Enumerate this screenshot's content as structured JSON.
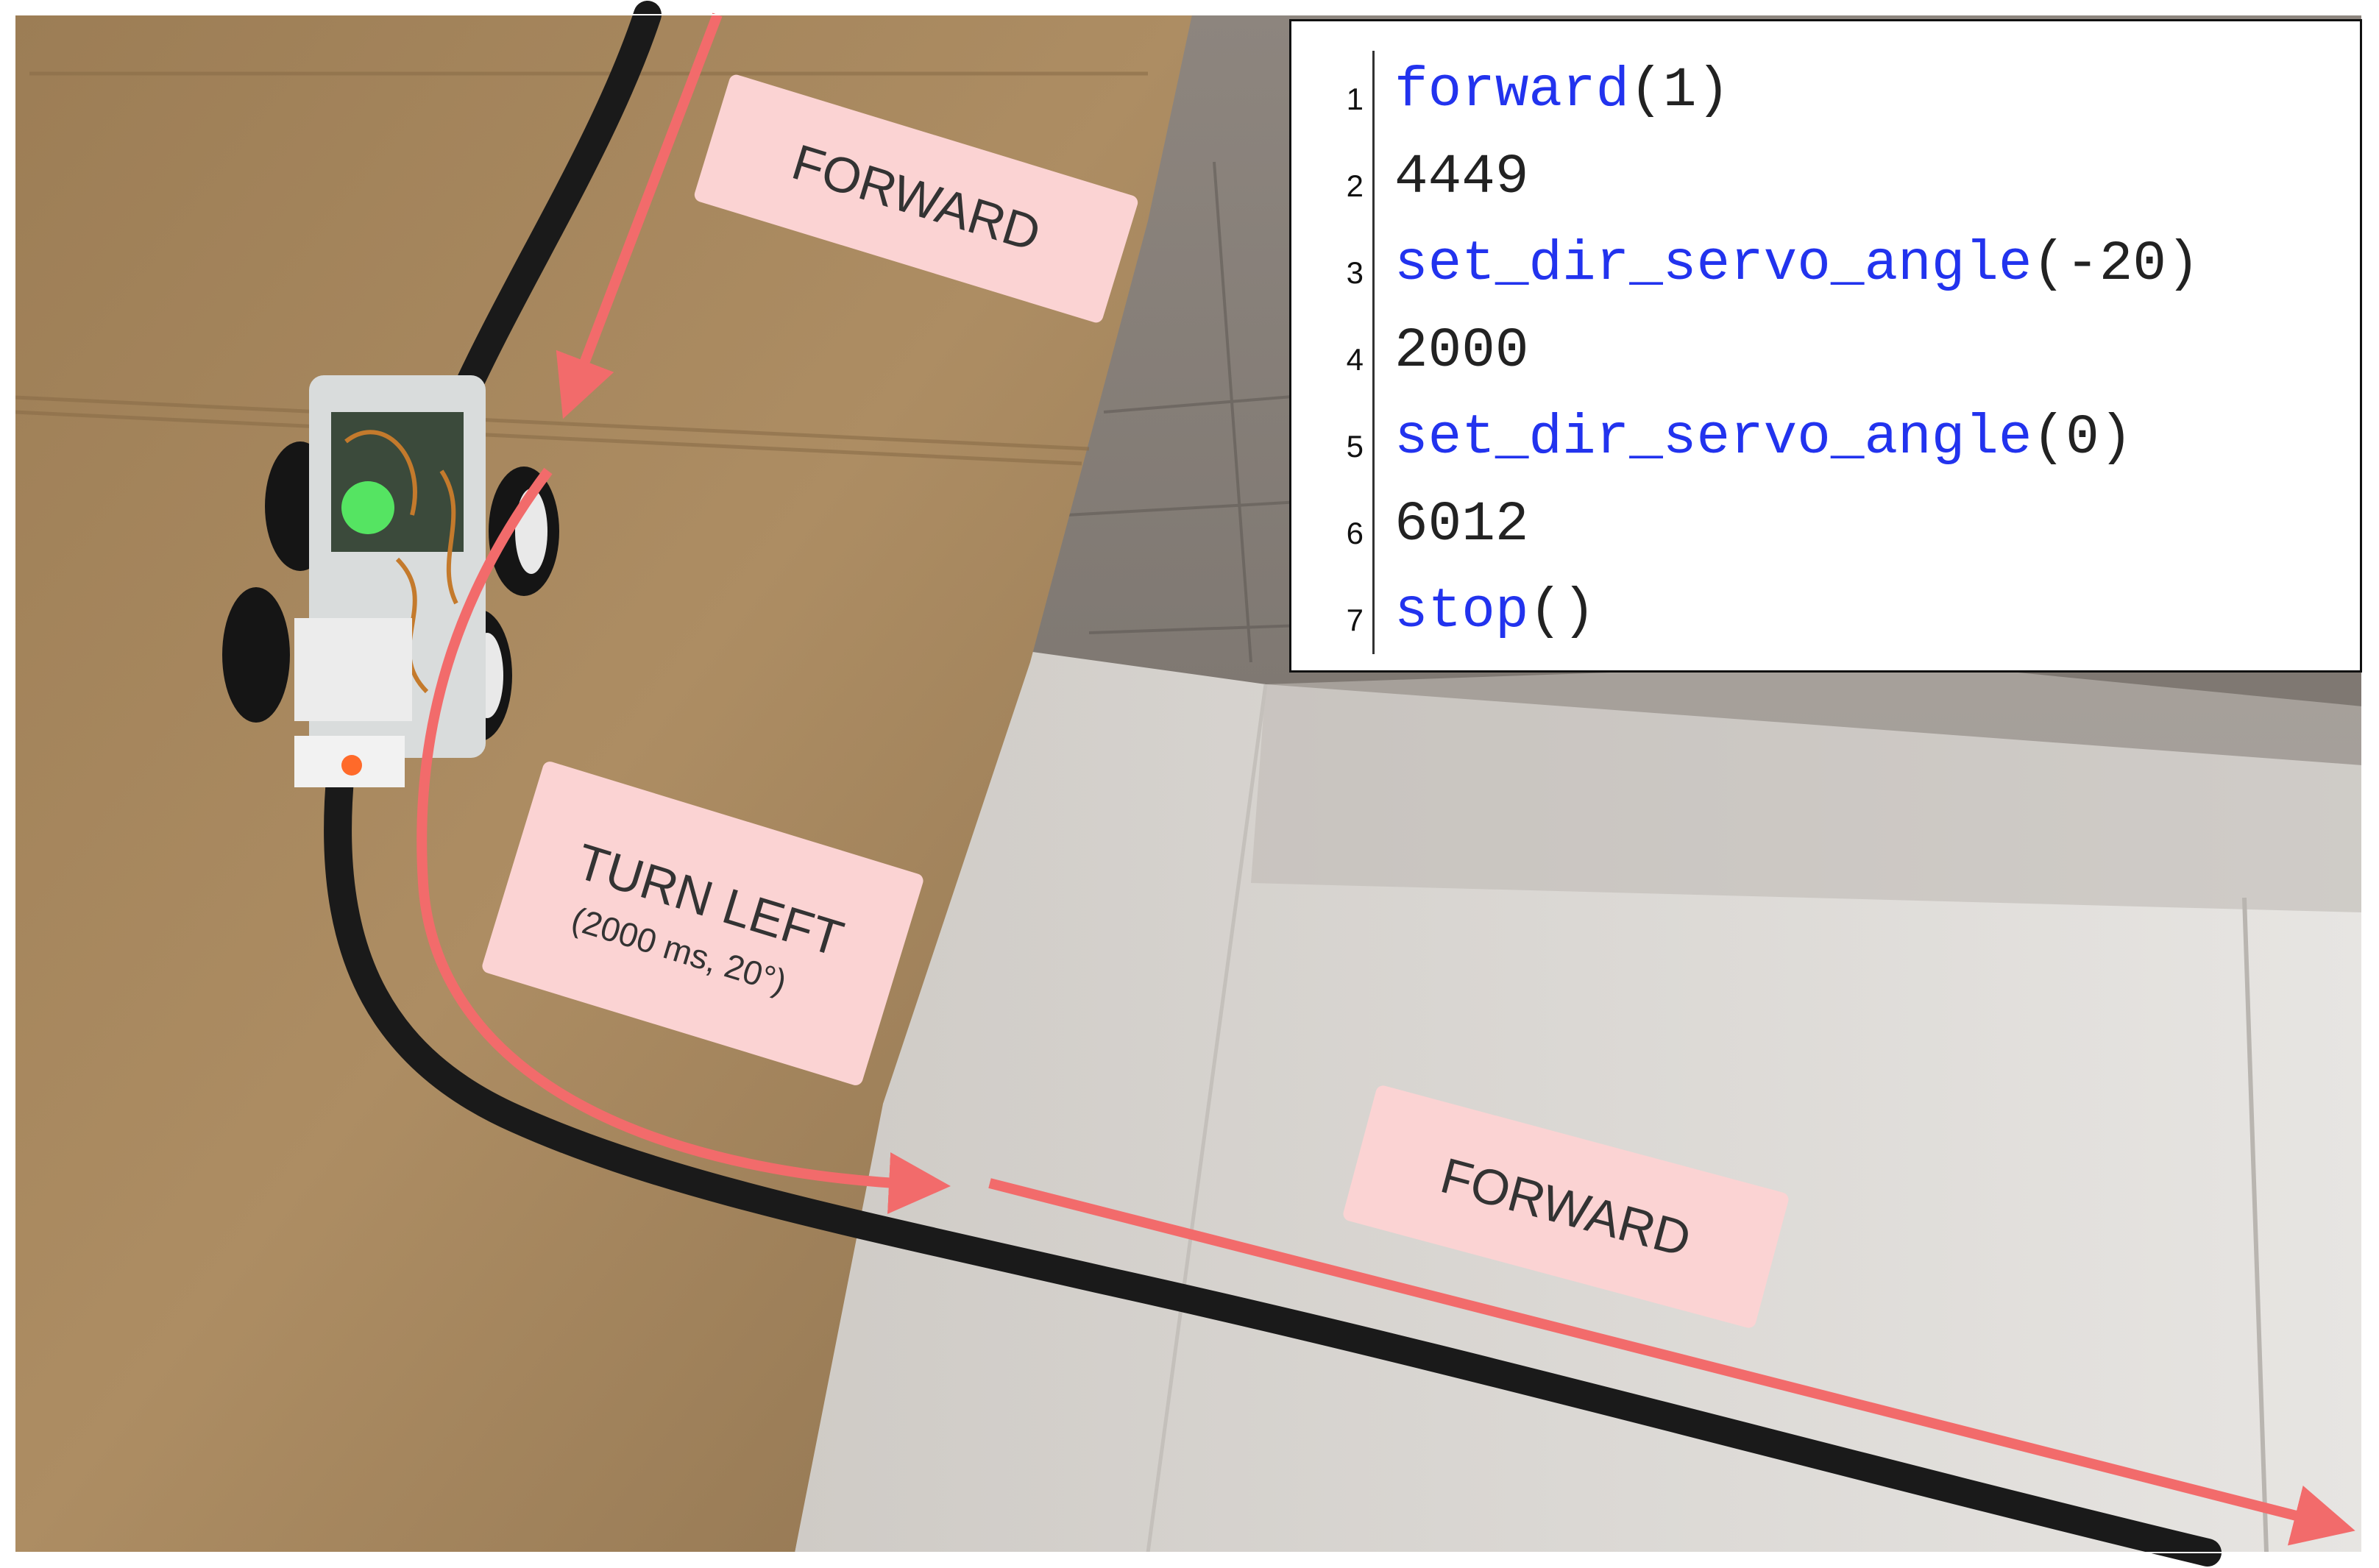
{
  "labels": {
    "forward_top": "FORWARD",
    "turn_left_title": "TURN LEFT",
    "turn_left_sub": "(2000 ms, 20°)",
    "forward_bottom": "FORWARD"
  },
  "code": [
    {
      "num": "1",
      "fn": "forward",
      "rest": "(1)"
    },
    {
      "num": "2",
      "fn": "",
      "rest": "4449"
    },
    {
      "num": "3",
      "fn": "set_dir_servo_angle",
      "rest": "(-20)"
    },
    {
      "num": "4",
      "fn": "",
      "rest": "2000"
    },
    {
      "num": "5",
      "fn": "set_dir_servo_angle",
      "rest": "(0)"
    },
    {
      "num": "6",
      "fn": "",
      "rest": "6012"
    },
    {
      "num": "7",
      "fn": "stop",
      "rest": "()"
    }
  ],
  "colors": {
    "arrow": "#f26b6b",
    "label_bg": "#fbd3d3",
    "cardboard": "#a9895f",
    "floor": "#d9d6d2",
    "tape": "#1a1a1a",
    "code_fn": "#2233ee"
  }
}
